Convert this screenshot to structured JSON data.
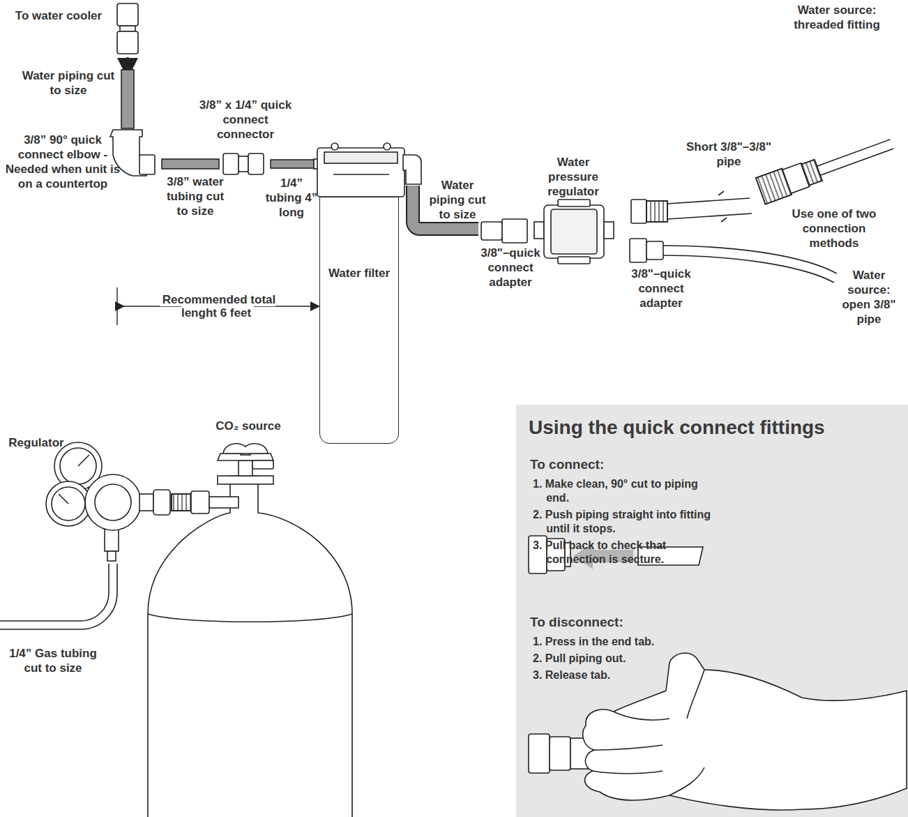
{
  "diagram": {
    "nodes": [
      {
        "text": [
          "Water filter"
        ]
      },
      {
        "text": [
          "Using the quick connect fittings",
          "To connect:",
          "1. Make clean, 90° cut to piping end.",
          "2. Push piping straight into fitting until it stops.",
          "3. Pull back to check that connection is secture.",
          "To disconnect:",
          "1. Press in the end tab.",
          "2. Pull piping out.",
          "3. Release tab."
        ]
      }
    ],
    "labels": [
      "To water cooler",
      "Water piping cut to size",
      "3/8” 90° quick connect elbow - Needed when unit is on a countertop",
      "3/8” water tubing cut to size",
      "3/8” x 1/4” quick connect connector",
      "1/4” tubing 4” long",
      "Water piping cut to size",
      "Water pressure regulator",
      "3/8\"–quick connect adapter",
      "Short 3/8\"–3/8\" pipe",
      "Water source: threaded fitting",
      "Use one of two connection methods",
      "3/8\"–quick connect adapter",
      "Water source: open 3/8\" pipe",
      "Recommended total lenght 6 feet",
      "Regulator",
      "CO₂ source",
      "1/4” Gas tubing cut to size"
    ]
  }
}
